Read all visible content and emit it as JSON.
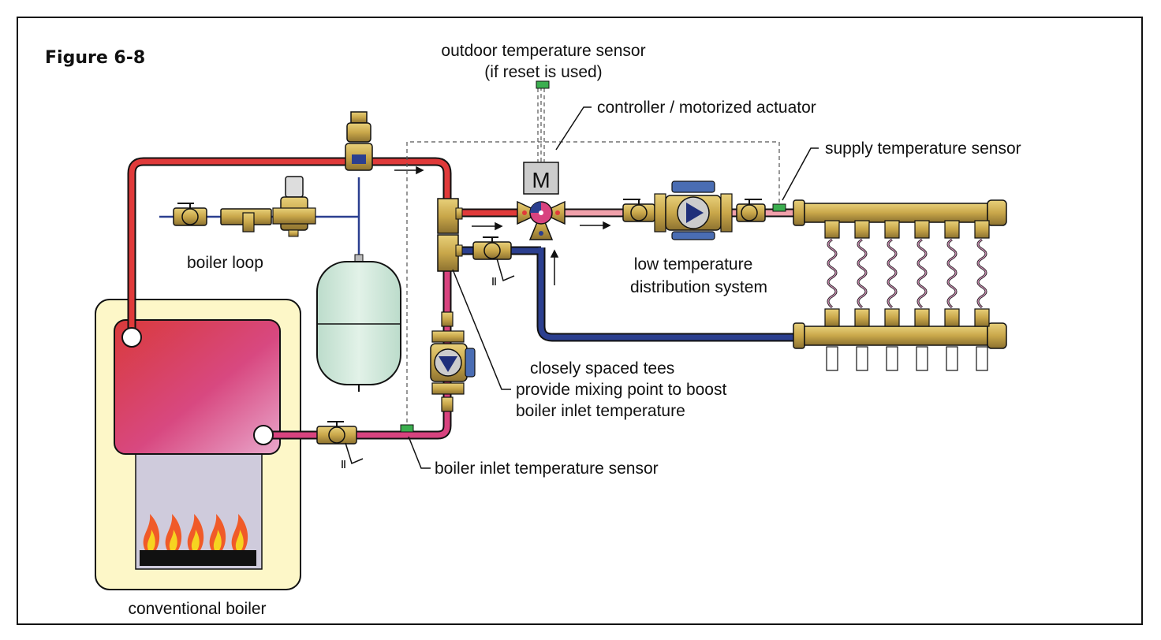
{
  "figure_label": "Figure 6-8",
  "labels": {
    "outdoor_sensor_line1": "outdoor temperature sensor",
    "outdoor_sensor_line2": "(if reset is used)",
    "controller": "controller / motorized actuator",
    "supply_sensor": "supply temperature sensor",
    "boiler_loop": "boiler loop",
    "low_temp_line1": "low temperature",
    "low_temp_line2": "distribution system",
    "tees_line1": "closely spaced tees",
    "tees_line2": "provide mixing point to boost",
    "tees_line3": "boiler inlet temperature",
    "boiler_inlet_sensor": "boiler inlet temperature sensor",
    "boiler": "conventional boiler",
    "actuator_letter": "M"
  },
  "colors": {
    "hot_pipe": "#e03a3a",
    "mixed_pipe": "#d8437f",
    "return_pipe": "#2b3f8f",
    "supply_low_temp_pipe": "#f0a0aa",
    "brass": "#c9a74a",
    "boiler_cabinet": "#fdf7c8",
    "expansion_tank": "#d6ece0",
    "sensor": "#3bae4f"
  },
  "manifold_loops": 6
}
